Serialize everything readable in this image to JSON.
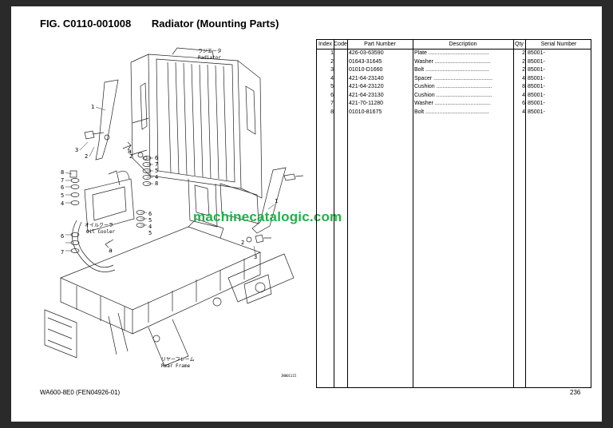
{
  "figure": {
    "number": "FIG. C0110-001008",
    "title": "Radiator (Mounting Parts)"
  },
  "diagram": {
    "labels": {
      "radiator_jp": "ラジエータ",
      "radiator_en": "Radiator",
      "oil_cooler_jp": "オイルクーラ",
      "oil_cooler_en": "Oil Cooler",
      "rear_frame_jp": "リヤーフレーム",
      "rear_frame_en": "Rear Frame",
      "ref_a1": "a",
      "ref_a2": "a",
      "drawing_code": "JW001115"
    },
    "callouts": [
      "1",
      "2",
      "3",
      "2",
      "6",
      "7",
      "5",
      "4",
      "8",
      "6",
      "5",
      "4",
      "5",
      "8",
      "7",
      "6",
      "5",
      "4",
      "6",
      "7",
      "1",
      "2",
      "3"
    ]
  },
  "watermark": "machinecatalogic.com",
  "table": {
    "headers": {
      "index": "Index",
      "code": "Code",
      "part_number": "Part Number",
      "description": "Description",
      "qty": "Qty",
      "serial": "Serial Number"
    },
    "rows": [
      {
        "index": "1",
        "code": "",
        "part_number": "426-03-63590",
        "description": "Plate .......................................",
        "qty": "2",
        "serial": "85001-"
      },
      {
        "index": "2",
        "code": "",
        "part_number": "01643-31645",
        "description": "Washer ....................................",
        "qty": "2",
        "serial": "85001-"
      },
      {
        "index": "3",
        "code": "",
        "part_number": "01010-D1660",
        "description": "Bolt .........................................",
        "qty": "2",
        "serial": "85001-"
      },
      {
        "index": "4",
        "code": "",
        "part_number": "421-64-23140",
        "description": "Spacer ......................................",
        "qty": "4",
        "serial": "85001-"
      },
      {
        "index": "5",
        "code": "",
        "part_number": "421-64-23120",
        "description": "Cushion ....................................",
        "qty": "8",
        "serial": "85001-"
      },
      {
        "index": "6",
        "code": "",
        "part_number": "421-64-23130",
        "description": "Cushion ....................................",
        "qty": "4",
        "serial": "85001-"
      },
      {
        "index": "7",
        "code": "",
        "part_number": "421-70-11280",
        "description": "Washer ....................................",
        "qty": "6",
        "serial": "85001-"
      },
      {
        "index": "8",
        "code": "",
        "part_number": "01010-81675",
        "description": "Bolt .........................................",
        "qty": "4",
        "serial": "85001-"
      }
    ]
  },
  "footer": {
    "model": "WA600-8E0 (FEN04926-01)",
    "page_number": "236"
  }
}
